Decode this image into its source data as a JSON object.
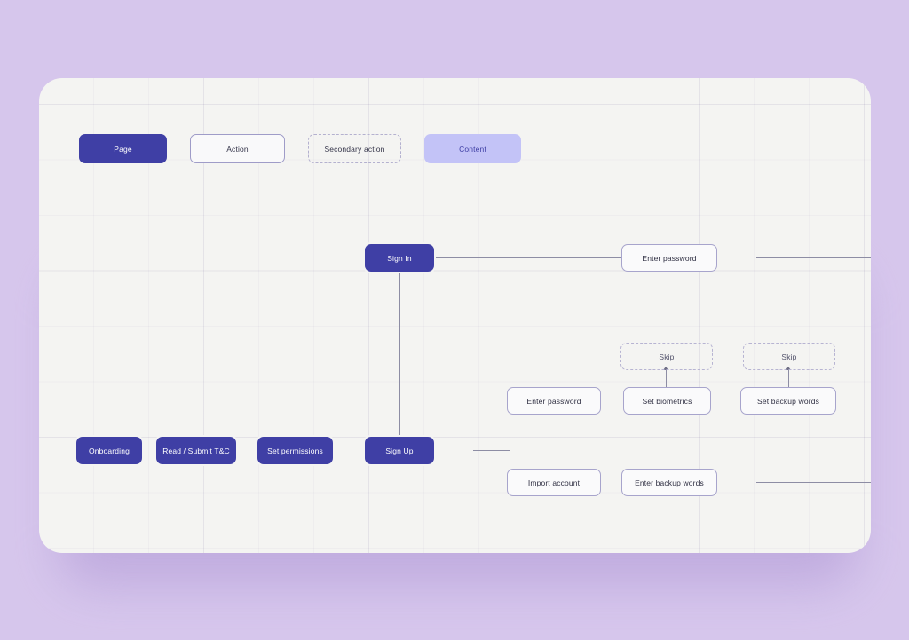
{
  "canvas": {
    "background_color": "#d6c6ec",
    "card_color": "#f4f4f2",
    "accent_color": "#3f3fa5",
    "content_color": "#c3c3f7",
    "edge_color": "#8d8da4"
  },
  "legend": {
    "items": [
      {
        "label": "Page",
        "type": "page"
      },
      {
        "label": "Action",
        "type": "action"
      },
      {
        "label": "Secondary action",
        "type": "secondary"
      },
      {
        "label": "Content",
        "type": "content"
      }
    ]
  },
  "flow": {
    "nodes": [
      {
        "id": "sign-in",
        "label": "Sign In",
        "type": "page"
      },
      {
        "id": "enter-password-top",
        "label": "Enter password",
        "type": "action"
      },
      {
        "id": "skip-biometrics",
        "label": "Skip",
        "type": "secondary"
      },
      {
        "id": "skip-backup",
        "label": "Skip",
        "type": "secondary"
      },
      {
        "id": "enter-password-mid",
        "label": "Enter password",
        "type": "action"
      },
      {
        "id": "set-biometrics",
        "label": "Set biometrics",
        "type": "action"
      },
      {
        "id": "set-backup-words",
        "label": "Set backup words",
        "type": "action"
      },
      {
        "id": "onboarding",
        "label": "Onboarding",
        "type": "page"
      },
      {
        "id": "read-submit-tc",
        "label": "Read / Submit T&C",
        "type": "page"
      },
      {
        "id": "set-permissions",
        "label": "Set permissions",
        "type": "page"
      },
      {
        "id": "sign-up",
        "label": "Sign Up",
        "type": "page"
      },
      {
        "id": "import-account",
        "label": "Import account",
        "type": "action"
      },
      {
        "id": "enter-backup-words",
        "label": "Enter backup words",
        "type": "action"
      }
    ]
  }
}
